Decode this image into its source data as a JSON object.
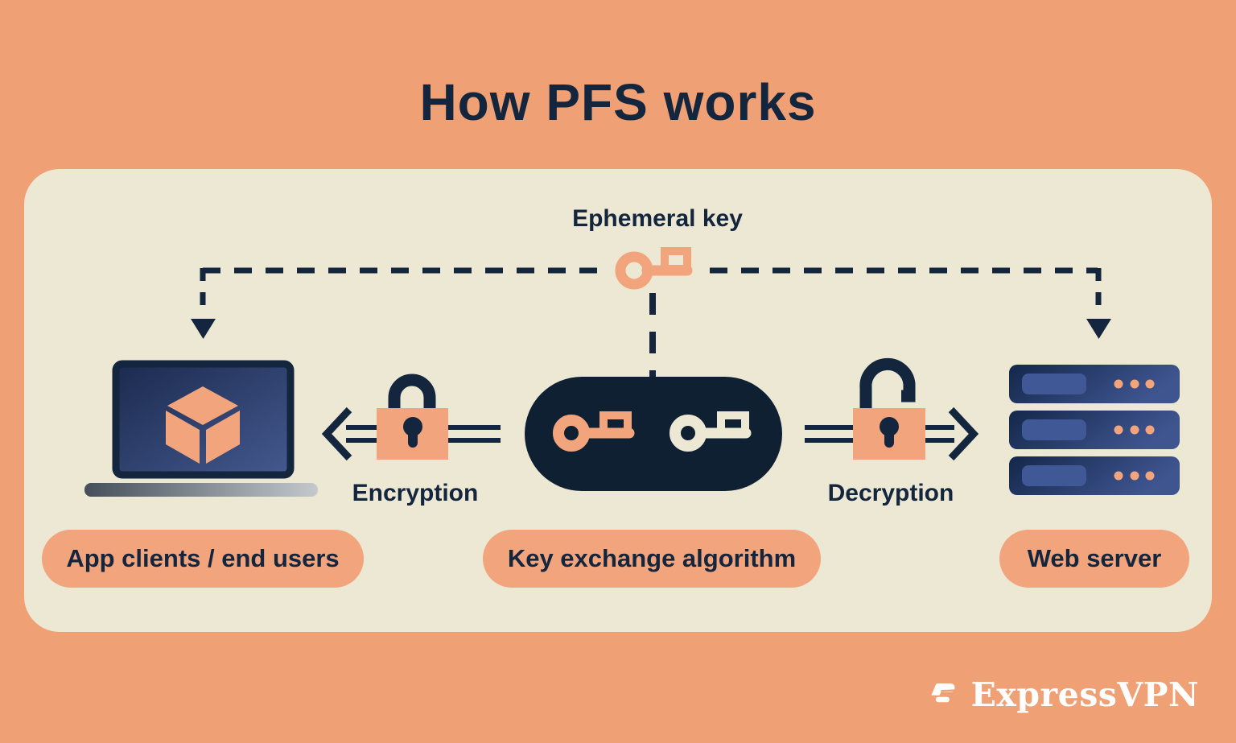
{
  "title": "How PFS works",
  "colors": {
    "background": "#F0A075",
    "panel": "#EDE8D4",
    "navy": "#13263D",
    "accent_orange": "#F2A47C",
    "cream_key": "#EDE8D4",
    "screen_blue_dark": "#1B2A4E",
    "screen_blue_light": "#44598F",
    "server_inner_blue": "#405896"
  },
  "diagram": {
    "ephemeral_key_label": "Ephemeral key",
    "encryption_label": "Encryption",
    "decryption_label": "Decryption",
    "nodes": [
      {
        "id": "clients",
        "label": "App clients / end users"
      },
      {
        "id": "algorithm",
        "label": "Key exchange algorithm"
      },
      {
        "id": "server",
        "label": "Web server"
      }
    ]
  },
  "footer": {
    "brand": "ExpressVPN"
  }
}
